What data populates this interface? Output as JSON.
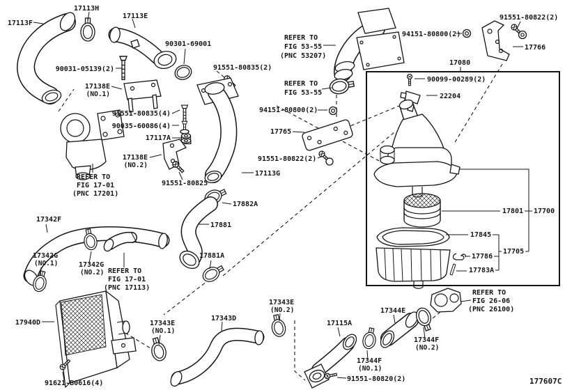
{
  "meta": {
    "drawing_code": "177607C",
    "line_color": "#141414",
    "background": "#ffffff"
  },
  "callouts": {
    "c17113F": {
      "text": "17113F"
    },
    "c17113H": {
      "text": "17113H"
    },
    "c17113E": {
      "text": "17113E"
    },
    "c90301": {
      "text": "90301-69001"
    },
    "c90031": {
      "text": "90031-05139(2)"
    },
    "c17138E_1": {
      "text": "17138E",
      "sub": "(NO.1)"
    },
    "c91551_80835_2": {
      "text": "91551-80835(2)"
    },
    "c91551_80835_4": {
      "text": "91551-80835(4)"
    },
    "c90035": {
      "text": "90035-60086(4)"
    },
    "c17117A": {
      "text": "17117A"
    },
    "c17138E_2": {
      "text": "17138E",
      "sub": "(NO.2)"
    },
    "refer_17201": {
      "l1": "REFER TO",
      "l2": "FIG 17-01",
      "l3": "(PNC 17201)"
    },
    "c91551_80825": {
      "text": "91551-80825"
    },
    "c17113G": {
      "text": "17113G"
    },
    "c17882A": {
      "text": "17882A"
    },
    "c17881": {
      "text": "17881"
    },
    "c17881A": {
      "text": "17881A"
    },
    "c17342F": {
      "text": "17342F"
    },
    "c17342G_1": {
      "text": "17342G",
      "sub": "(NO.1)"
    },
    "c17342G_2": {
      "text": "17342G",
      "sub": "(NO.2)"
    },
    "refer_17113": {
      "l1": "REFER TO",
      "l2": "FIG 17-01",
      "l3": "(PNC 17113)"
    },
    "c17940D": {
      "text": "17940D"
    },
    "c91621": {
      "text": "91621-B0616(4)"
    },
    "c17343E_1": {
      "text": "17343E",
      "sub": "(NO.1)"
    },
    "c17343D": {
      "text": "17343D"
    },
    "c17343E_2": {
      "text": "17343E",
      "sub": "(NO.2)"
    },
    "c17115A": {
      "text": "17115A"
    },
    "c17344E": {
      "text": "17344E"
    },
    "c17344F_1": {
      "text": "17344F",
      "sub": "(NO.1)"
    },
    "c17344F_2": {
      "text": "17344F",
      "sub": "(NO.2)"
    },
    "c91551_80820": {
      "text": "91551-80820(2)"
    },
    "refer_26100": {
      "l1": "REFER TO",
      "l2": "FIG 26-06",
      "l3": "(PNC 26100)"
    },
    "refer_53207": {
      "l1": "REFER TO",
      "l2": "FIG 53-55",
      "l3": "(PNC 53207)"
    },
    "refer_5355": {
      "l1": "REFER TO",
      "l2": "FIG 53-55"
    },
    "c94151_top": {
      "text": "94151-80800(2)"
    },
    "c91551_80822_top": {
      "text": "91551-80822(2)"
    },
    "c17766": {
      "text": "17766"
    },
    "c17080": {
      "text": "17080"
    },
    "c90099": {
      "text": "90099-00289(2)"
    },
    "c22204": {
      "text": "22204"
    },
    "c94151_mid": {
      "text": "94151-80800(2)"
    },
    "c17765": {
      "text": "17765"
    },
    "c91551_80822_mid": {
      "text": "91551-80822(2)"
    },
    "c17801": {
      "text": "17801"
    },
    "c17700": {
      "text": "17700"
    },
    "c17845": {
      "text": "17845"
    },
    "c17705": {
      "text": "17705"
    },
    "c17786": {
      "text": "17786"
    },
    "c17783A": {
      "text": "17783A"
    }
  }
}
